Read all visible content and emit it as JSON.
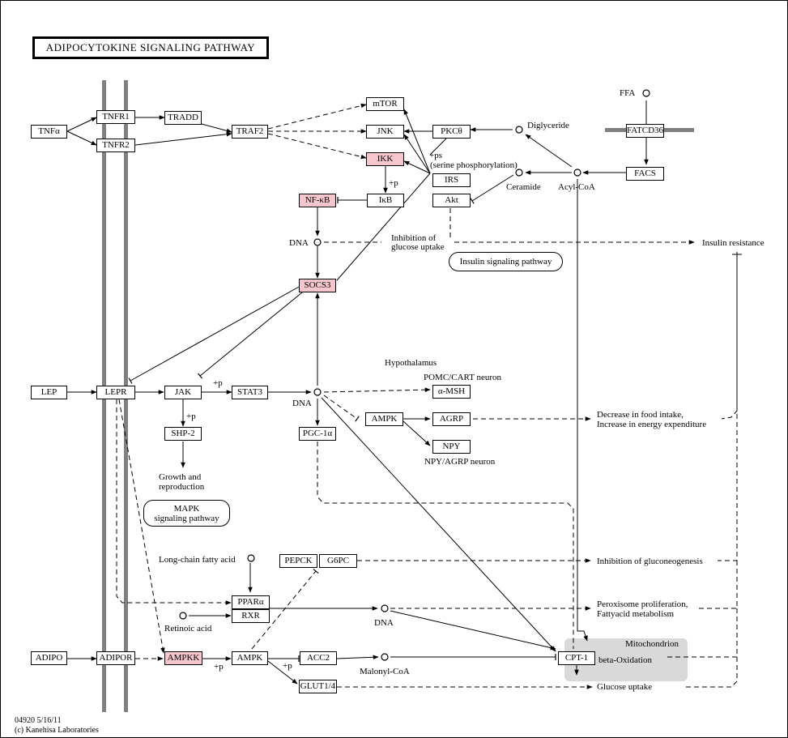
{
  "title": "ADIPOCYTOKINE SIGNALING PATHWAY",
  "nodes": {
    "tnfa": "TNFα",
    "tnfr1": "TNFR1",
    "tnfr2": "TNFR2",
    "tradd": "TRADD",
    "traf2": "TRAF2",
    "mtor": "mTOR",
    "jnk": "JNK",
    "ikk": "IKK",
    "ikb": "IκB",
    "nfkb": "NF-κB",
    "pkctheta": "PKCθ",
    "irs": "IRS",
    "akt": "Akt",
    "facs": "FACS",
    "fatcd36": "FATCD36",
    "socs3": "SOCS3",
    "lep": "LEP",
    "lepr": "LEPR",
    "jak": "JAK",
    "stat3": "STAT3",
    "shp2": "SHP-2",
    "amsh": "α-MSH",
    "ampk_hyp": "AMPK",
    "agrp": "AGRP",
    "npy": "NPY",
    "pgc1a": "PGC-1α",
    "pepck": "PEPCK",
    "g6pc": "G6PC",
    "ppara": "PPARα",
    "rxr": "RXR",
    "adipo": "ADIPO",
    "adipor": "ADIPOR",
    "ampkk": "AMPKK",
    "ampk": "AMPK",
    "acc2": "ACC2",
    "glut14": "GLUT1/4",
    "cpt1": "CPT-1"
  },
  "labels": {
    "ffa": "FFA",
    "diglyceride": "Diglyceride",
    "ceramide": "Ceramide",
    "acylcoa": "Acyl-CoA",
    "ps": "+ps",
    "serine": "(serine phosphorylation)",
    "plusp": "+p",
    "dna": "DNA",
    "inhib_glucose_1": "Inhibition of",
    "inhib_glucose_2": "glucose uptake",
    "insulin_resistance": "Insulin resistance",
    "hypothalamus": "Hypothalamus",
    "pomc": "POMC/CART neuron",
    "npy_neuron": "NPY/AGRP neuron",
    "decrease_1": "Decrease in food intake,",
    "decrease_2": "Increase in energy expenditure",
    "growth_1": "Growth and",
    "growth_2": "reproduction",
    "longchain": "Long-chain fatty acid",
    "retinoic": "Retinoic acid",
    "malonyl": "Malonyl-CoA",
    "inhib_gluconeo": "Inhibition of gluconeogenesis",
    "perox_1": "Peroxisome proliferation,",
    "perox_2": "Fattyacid metabolism",
    "mitochondrion": "Mitochondrion",
    "beta_ox": "beta-Oxidation",
    "glucose_uptake": "Glucose uptake"
  },
  "pathways": {
    "insulin": "Insulin signaling pathway",
    "mapk_1": "MAPK",
    "mapk_2": "signaling pathway"
  },
  "footer": {
    "line1": "04920 5/16/11",
    "line2": "(c) Kanehisa Laboratories"
  },
  "colors": {
    "highlight": "#f6c6cf",
    "membrane": "#808080",
    "mito": "#d9d9d9"
  }
}
